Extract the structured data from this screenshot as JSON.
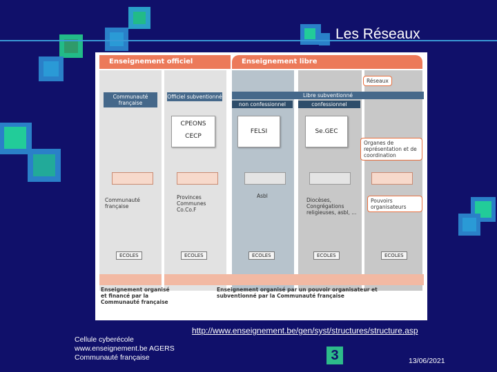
{
  "slide": {
    "title": "Les Réseaux"
  },
  "diagram": {
    "headers": {
      "official": "Enseignement officiel",
      "libre": "Enseignement libre"
    },
    "subtitles": {
      "communaute": "Communauté française",
      "officiel_subventionne": "Officiel subventionné",
      "libre_subventionne": "Libre subventionné",
      "non_confessionnel": "non confessionnel",
      "confessionnel": "confessionnel"
    },
    "networks": {
      "cpeons": "CPEONS",
      "cecp": "CECP",
      "felsi": "FELSI",
      "segec": "Se.GEC"
    },
    "callouts": {
      "reseaux": "Réseaux",
      "organes": "Organes de représentation et de coordination",
      "pouvoirs": "Pouvoirs organisateurs"
    },
    "organisers": {
      "communaute": "Communauté française",
      "provinces": "Provinces Communes Co.Co.F",
      "asbl": "Asbl",
      "dioceses": "Diocèses, Congrégations religieuses, asbl, ..."
    },
    "ecoles_label": "ECOLES",
    "footers": {
      "left": "Enseignement organisé et financé par la Communauté française",
      "right": "Enseignement organisé par un pouvoir organisateur et subventionné par la Communauté française"
    }
  },
  "link": {
    "url": "http://www.enseignement.be/gen/syst/structures/structure.asp"
  },
  "footer": {
    "line1": "Cellule cyberécole",
    "line2": "www.enseignement.be AGERS",
    "line3": "Communauté française"
  },
  "page_number": "3",
  "date": "13/06/2021",
  "colors": {
    "background": "#10106a",
    "accent_green": "#2dbb8a",
    "accent_blue": "#3a9ad6",
    "header_orange": "#ec7a5a"
  }
}
